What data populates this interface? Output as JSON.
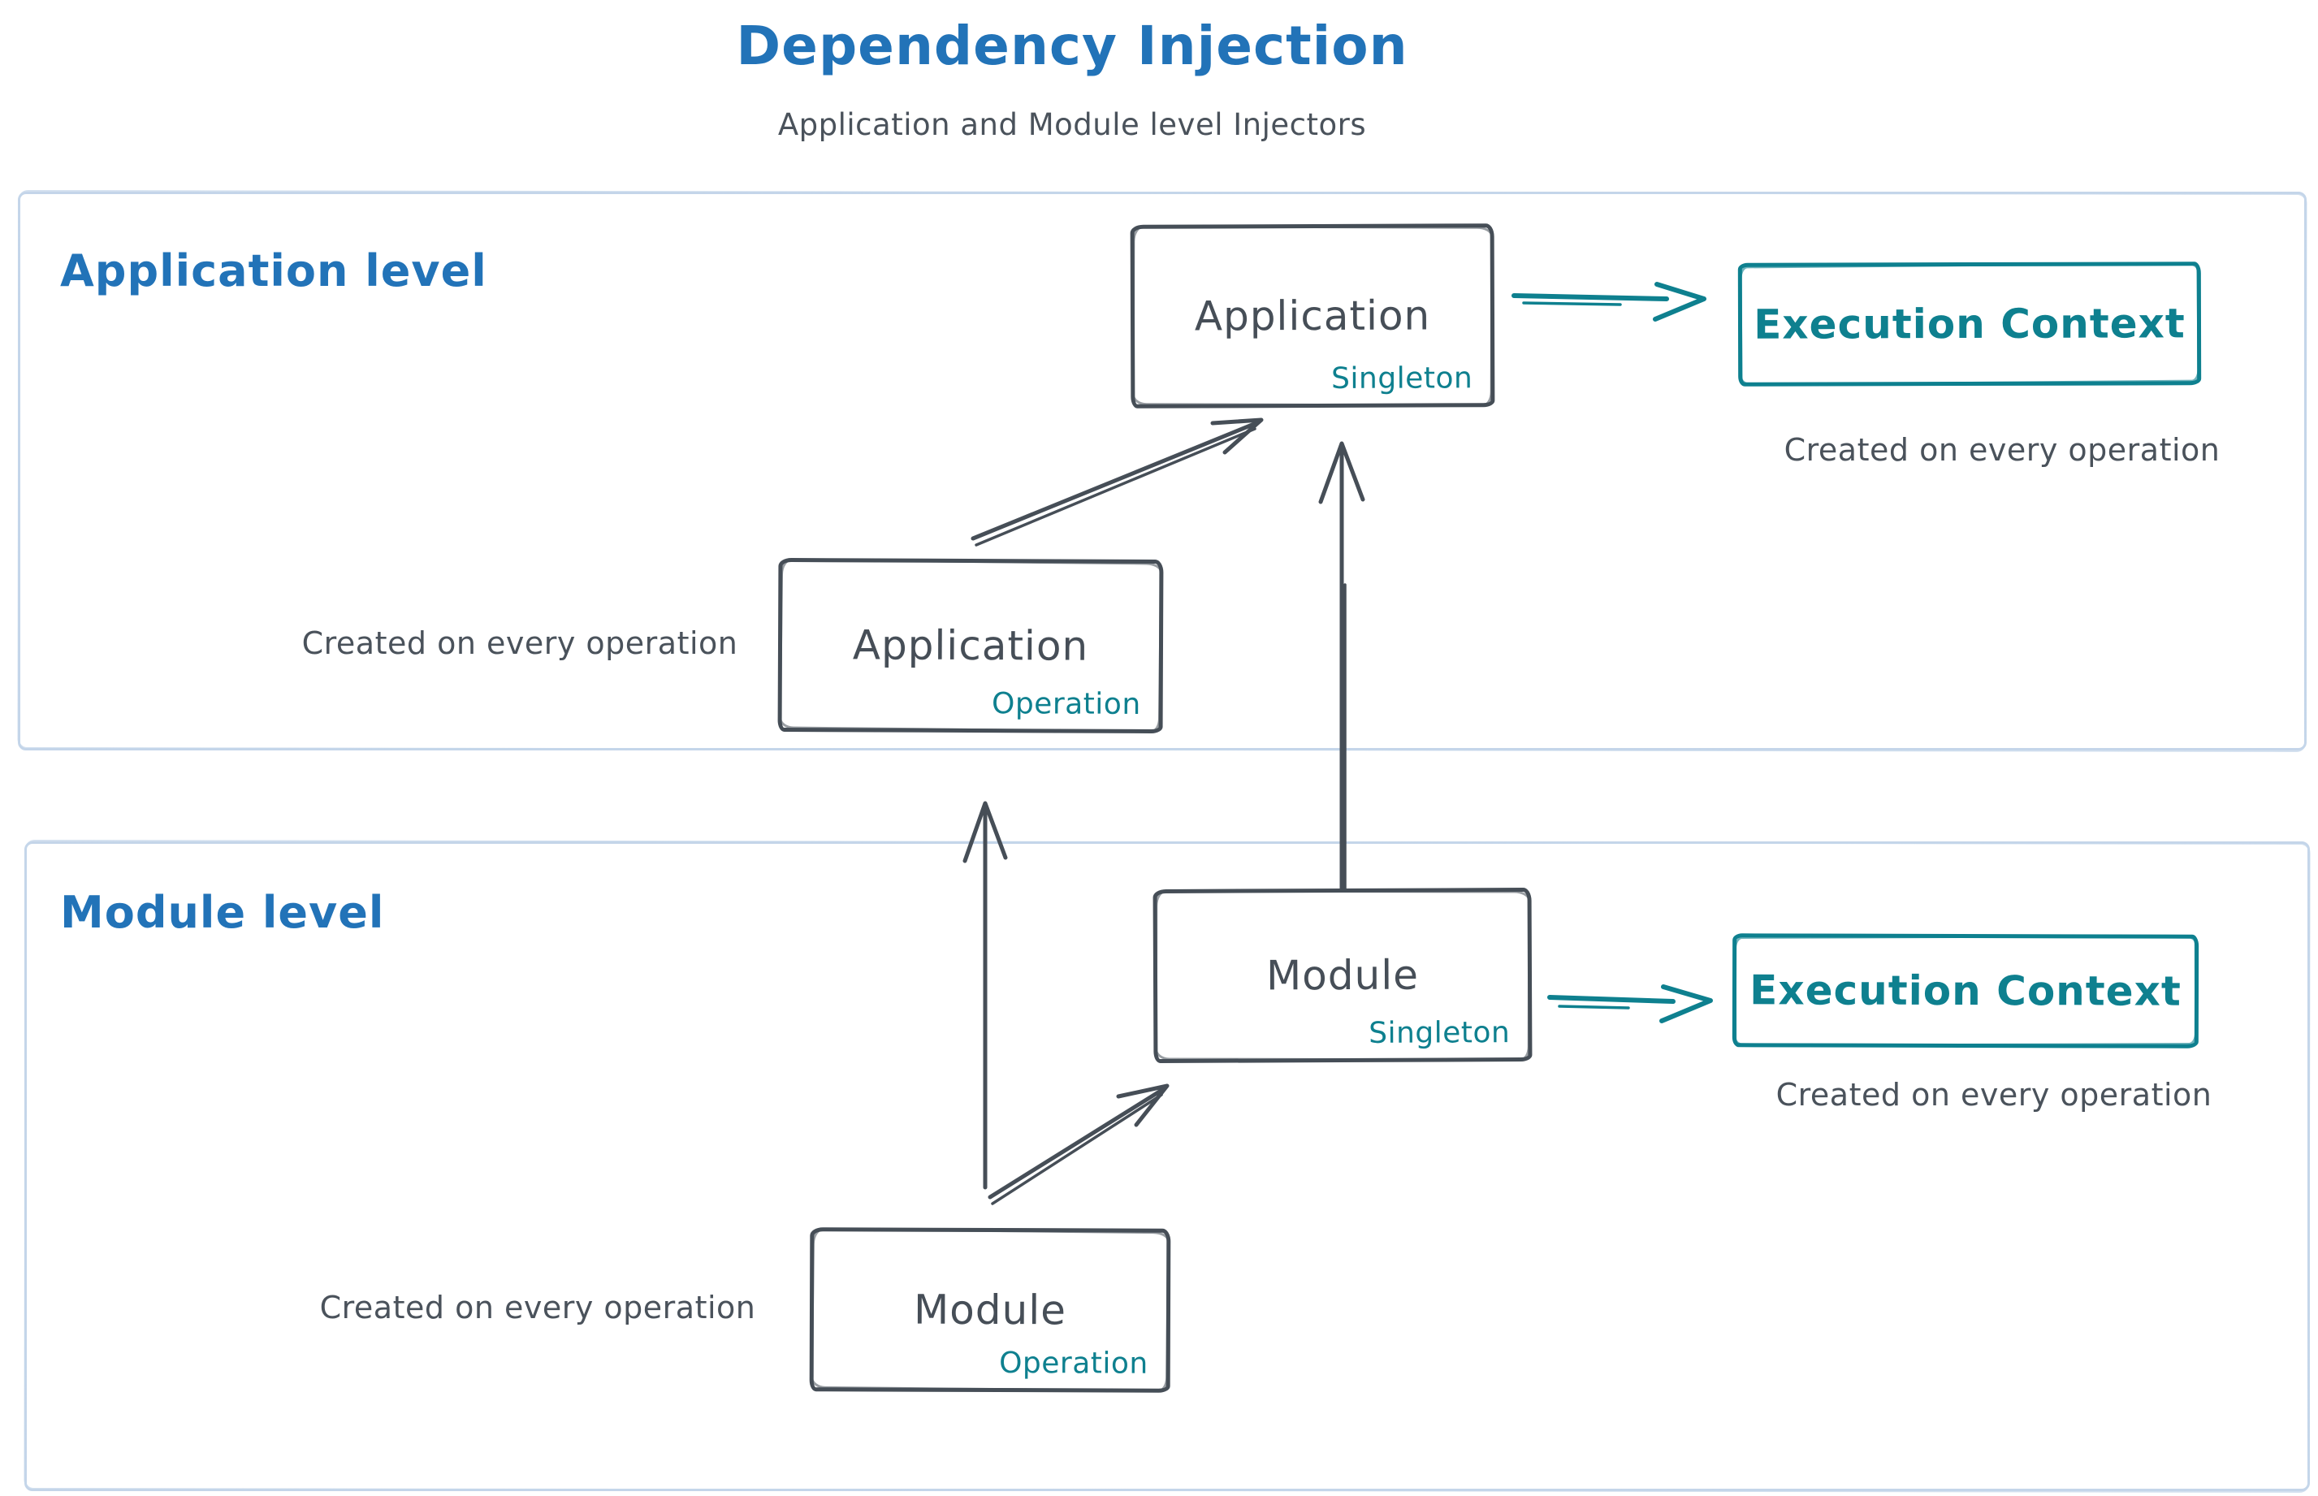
{
  "page": {
    "title": "Dependency Injection",
    "subtitle": "Application and Module level Injectors"
  },
  "colors": {
    "title_blue": "#2273b8",
    "ink_dark": "#464e57",
    "accent_teal": "#0e808f",
    "container_border": "#c4d5e9"
  },
  "application_level": {
    "label": "Application level",
    "singleton_box": {
      "name": "Application",
      "scope": "Singleton"
    },
    "operation_box": {
      "name": "Application",
      "scope": "Operation"
    },
    "operation_caption": "Created on every operation",
    "execution_context": {
      "label": "Execution Context",
      "caption": "Created on every operation"
    }
  },
  "module_level": {
    "label": "Module level",
    "singleton_box": {
      "name": "Module",
      "scope": "Singleton"
    },
    "operation_box": {
      "name": "Module",
      "scope": "Operation"
    },
    "operation_caption": "Created on every operation",
    "execution_context": {
      "label": "Execution Context",
      "caption": "Created on every operation"
    }
  }
}
